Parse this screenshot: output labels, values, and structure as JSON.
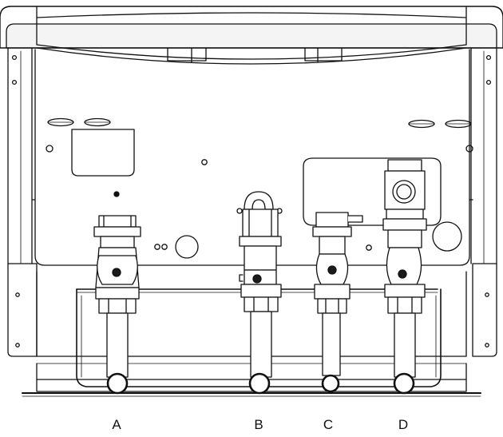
{
  "labels": {
    "a": "A",
    "b": "B",
    "c": "C",
    "d": "D"
  },
  "colors": {
    "line": "#111111",
    "paper": "#ffffff",
    "fill_light": "#f2f2f2",
    "fill_dark": "#1a1a1a"
  }
}
